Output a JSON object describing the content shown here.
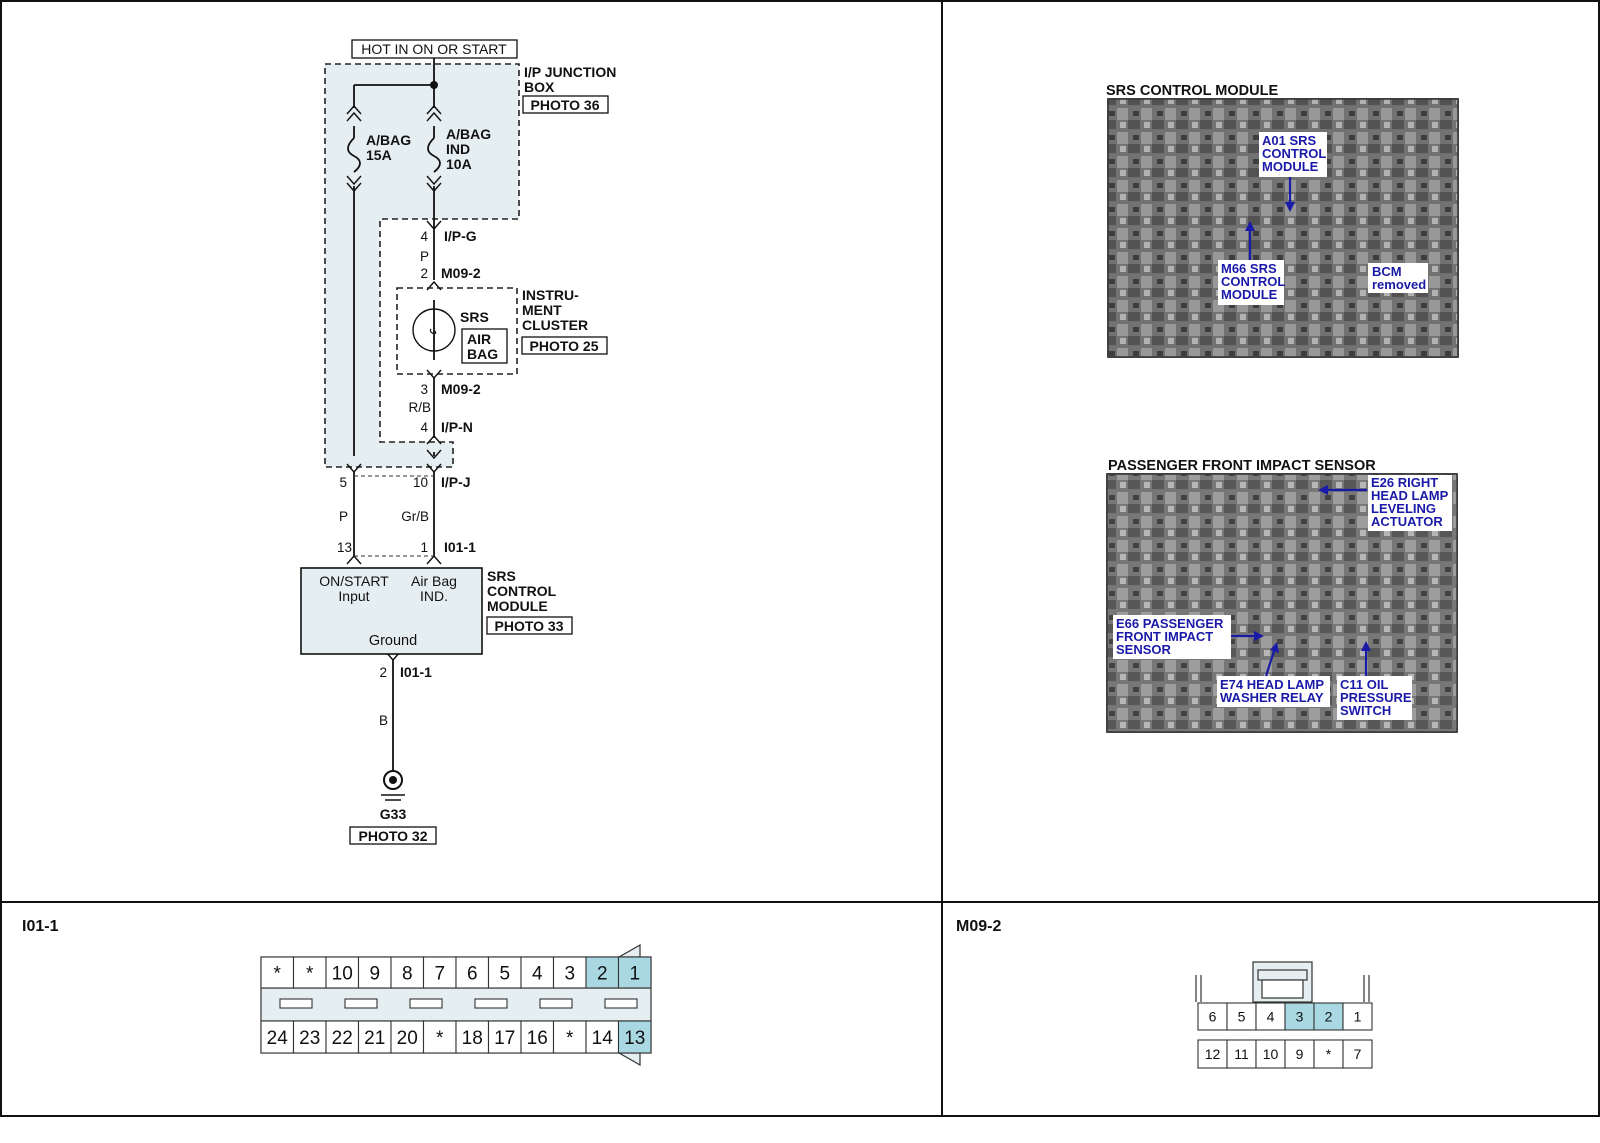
{
  "schematic": {
    "power_source": "HOT IN ON OR START",
    "junction_box": {
      "name_line1": "I/P JUNCTION",
      "name_line2": "BOX",
      "photo": "PHOTO 36",
      "fuse_left_line1": "A/BAG",
      "fuse_left_line2": "15A",
      "fuse_right_line1": "A/BAG",
      "fuse_right_line2": "IND",
      "fuse_right_line3": "10A"
    },
    "pins": {
      "ipg_pin": "4",
      "ipg_conn": "I/P-G",
      "wire_p": "P",
      "m09_top_pin": "2",
      "m09_top_conn": "M09-2",
      "m09_bot_pin": "3",
      "m09_bot_conn": "M09-2",
      "wire_rb": "R/B",
      "ipn_pin": "4",
      "ipn_conn": "I/P-N",
      "ipj_left_pin": "5",
      "ipj_right_pin": "10",
      "ipj_conn": "I/P-J",
      "wire_left": "P",
      "wire_right": "Gr/B",
      "i01_left_pin": "13",
      "i01_right_pin": "1",
      "i01_conn": "I01-1",
      "ground_pin": "2",
      "ground_conn": "I01-1",
      "wire_b": "B"
    },
    "cluster": {
      "name_line1": "INSTRU-",
      "name_line2": "MENT",
      "name_line3": "CLUSTER",
      "photo": "PHOTO 25",
      "lamp_label": "SRS",
      "indicator_line1": "AIR",
      "indicator_line2": "BAG"
    },
    "srs_module": {
      "name_line1": "SRS",
      "name_line2": "CONTROL",
      "name_line3": "MODULE",
      "photo": "PHOTO 33",
      "input_line1": "ON/START",
      "input_line2": "Input",
      "ind_line1": "Air Bag",
      "ind_line2": "IND.",
      "ground": "Ground"
    },
    "ground": {
      "id": "G33",
      "photo": "PHOTO 32"
    }
  },
  "photos": [
    {
      "title": "SRS CONTROL MODULE",
      "callouts": [
        {
          "lines": [
            "A01 SRS",
            "CONTROL",
            "MODULE"
          ]
        },
        {
          "lines": [
            "M66 SRS",
            "CONTROL",
            "MODULE"
          ]
        },
        {
          "lines": [
            "BCM",
            "removed"
          ]
        }
      ]
    },
    {
      "title": "PASSENGER FRONT IMPACT SENSOR",
      "callouts": [
        {
          "lines": [
            "E26 RIGHT",
            "HEAD LAMP",
            "LEVELING",
            "ACTUATOR"
          ]
        },
        {
          "lines": [
            "E66 PASSENGER",
            "FRONT IMPACT",
            "SENSOR"
          ]
        },
        {
          "lines": [
            "E74 HEAD LAMP",
            "WASHER RELAY"
          ]
        },
        {
          "lines": [
            "C11 OIL",
            "PRESSURE",
            "SWITCH"
          ]
        }
      ]
    }
  ],
  "connectors": [
    {
      "title": "I01-1",
      "top_row": [
        "*",
        "*",
        "10",
        "9",
        "8",
        "7",
        "6",
        "5",
        "4",
        "3",
        "2",
        "1"
      ],
      "bottom_row": [
        "24",
        "23",
        "22",
        "21",
        "20",
        "*",
        "18",
        "17",
        "16",
        "*",
        "14",
        "13"
      ],
      "highlighted": [
        "2",
        "1",
        "13"
      ]
    },
    {
      "title": "M09-2",
      "top_row": [
        "6",
        "5",
        "4",
        "3",
        "2",
        "1"
      ],
      "bottom_row": [
        "12",
        "11",
        "10",
        "9",
        "*",
        "7"
      ],
      "highlighted": [
        "3",
        "2"
      ]
    }
  ],
  "colors": {
    "highlight": "#a9d8e3",
    "shade": "#e5eef1",
    "callout": "#1a1aa8"
  }
}
